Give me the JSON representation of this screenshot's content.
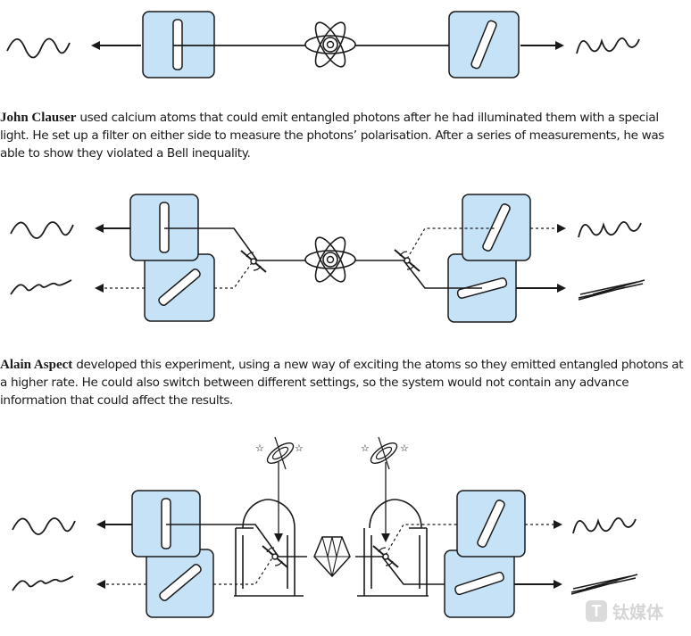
{
  "captions": {
    "clauser": {
      "name": "John Clauser",
      "text": " used calcium atoms that could emit entangled photons after he had illuminated them with a special light. He set up a filter on either side to measure the photons’ polarisation. After a series of measurements, he was able to show they violated a Bell inequality."
    },
    "aspect": {
      "name": "Alain Aspect",
      "text": " developed this experiment, using a new way of exciting the atoms so they emitted entangled photons at a higher rate. He could also switch between different settings, so the system would not contain any advance information that could affect the results."
    }
  },
  "watermark": {
    "badge": "T",
    "text": "钛媒体"
  },
  "colors": {
    "filter_fill": "#c6e2f7",
    "ink": "#1a1a1a"
  }
}
